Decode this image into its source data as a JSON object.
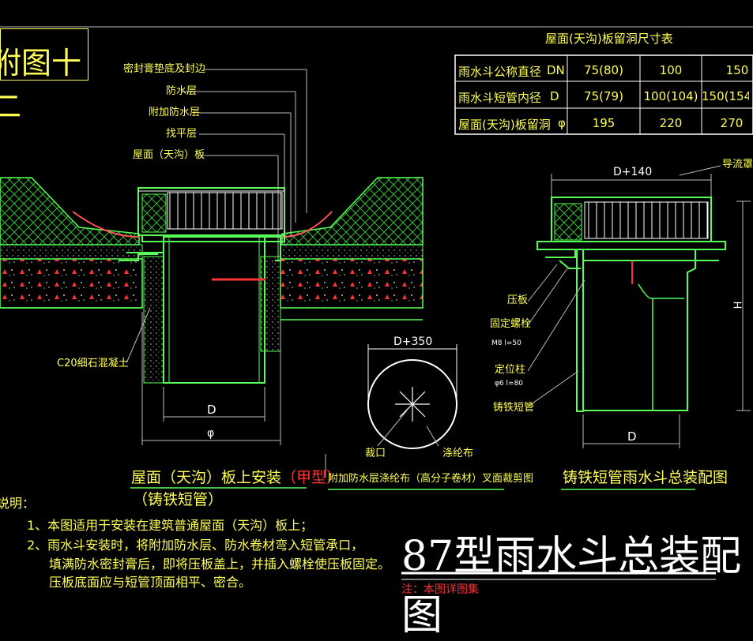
{
  "figure_title": "附图十二",
  "main_title": "87型雨水斗总装配图",
  "left_labels": [
    "密封膏垫底及封边",
    "防水层",
    "附加防水层",
    "找平层",
    "屋面（天沟）板"
  ],
  "c20_label": "C20细石混凝土",
  "dim_D": "D",
  "dim_phi": "φ",
  "left_caption": "屋面（天沟）板上安装",
  "left_caption_red": "（甲型）",
  "left_caption_sub": "（铸铁短管）",
  "circle_dim": "D+350",
  "circle_cut": "裁口",
  "circle_cloth": "涤纶布",
  "circle_caption": "附加防水层涤纶布（高分子卷材）叉面裁剪图",
  "right_dim_top": "D+140",
  "right_label_hood": "导流罩",
  "right_labels": [
    "压板",
    "固定螺栓",
    "M8  l=50",
    "定位柱",
    "φ6  l=80",
    "铸铁短管"
  ],
  "right_dim_H": "H",
  "right_dim_D": "D",
  "right_caption": "铸铁短管雨水斗总装配图",
  "table": {
    "title": "屋面(天沟)板留洞尺寸表",
    "rows": [
      {
        "name": "雨水斗公称直径",
        "sym": "DN",
        "v1": "75(80)",
        "v2": "100",
        "v3": "150"
      },
      {
        "name": "雨水斗短管内径",
        "sym": "D",
        "v1": "75(79)",
        "v2": "100(104)",
        "v3": "150(154"
      },
      {
        "name": "屋面(天沟)板留洞",
        "sym": "φ",
        "v1": "195",
        "v2": "220",
        "v3": "270"
      }
    ]
  },
  "notes": {
    "heading": "说明：",
    "lines": [
      "1、本图适用于安装在建筑普通屋面（天沟）板上；",
      "2、雨水斗安装时，将附加防水层、防水卷材弯入短管承口，",
      "填满防水密封膏后，即将压板盖上，并插入螺栓使压板固定。",
      "压板底面应与短管顶面相平、密合。"
    ]
  },
  "bottom_note": "注：本图详图集"
}
